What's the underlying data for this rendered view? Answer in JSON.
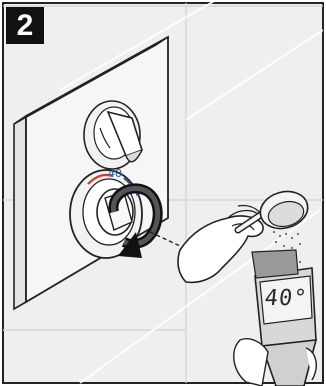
{
  "step": {
    "number": "2"
  },
  "thermostat": {
    "scale_mark": "40"
  },
  "thermometer": {
    "reading": "40°"
  },
  "colors": {
    "background": "#efefef",
    "tile_line": "#d9d9d9",
    "line": "#222222",
    "hot_mark": "#d23a2c",
    "cold_mark": "#2c56a8",
    "badge": "#111111"
  },
  "icons": {
    "rotation": "rotate-clockwise-arrow-icon",
    "hand": "hand-icon",
    "shower_head": "shower-head-icon",
    "thermometer": "digital-thermometer-icon"
  }
}
